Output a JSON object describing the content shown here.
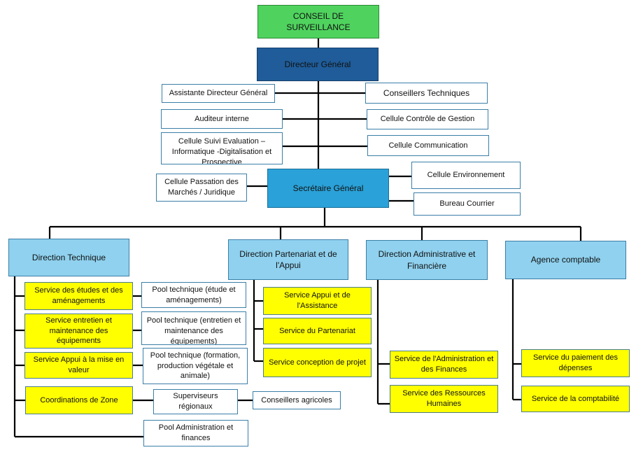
{
  "colors": {
    "green": "#4fd35e",
    "dark_blue": "#1f5c99",
    "sg_blue": "#2aa1d8",
    "light_blue": "#8fd1ee",
    "yellow": "#ffff00",
    "white": "#ffffff",
    "connector": "#000000"
  },
  "top": {
    "conseil": "CONSEIL DE SURVEILLANCE",
    "dg": "Directeur Général"
  },
  "dg_staff": {
    "assistante": "Assistante Directeur Général",
    "conseillers": "Conseillers Techniques",
    "auditeur": "Auditeur interne",
    "controle": "Cellule Contrôle de Gestion",
    "suivi": "Cellule Suivi Evaluation – Informatique -Digitalisation et Prospective",
    "communication": "Cellule Communication"
  },
  "sg": {
    "title": "Secrétaire Général",
    "passation": "Cellule Passation des Marchés / Juridique",
    "environnement": "Cellule Environnement",
    "courrier": "Bureau Courrier"
  },
  "directions": {
    "technique": "Direction Technique",
    "partenariat": "Direction Partenariat et de l'Appui",
    "administrative": "Direction Administrative et Financière",
    "agence": "Agence comptable"
  },
  "dt_services": {
    "etudes": "Service des études et des aménagements",
    "entretien": "Service entretien et maintenance des équipements",
    "appui_valeur": "Service Appui à la mise en valeur",
    "coordinations": "Coordinations de Zone"
  },
  "dt_pools": {
    "pool_etude": "Pool technique (étude et aménagements)",
    "pool_entretien": "Pool technique (entretien et maintenance des équipements)",
    "pool_formation": "Pool technique (formation, production végétale et animale)",
    "superviseurs": "Superviseurs régionaux",
    "conseillers_agricoles": "Conseillers agricoles",
    "pool_admin": "Pool Administration et finances"
  },
  "dpa_services": {
    "appui": "Service Appui et de l'Assistance",
    "partenariat": "Service du Partenariat",
    "conception": "Service conception de projet"
  },
  "daf_services": {
    "administration": "Service de l'Administration et des Finances",
    "rh": "Service des Ressources Humaines"
  },
  "ac_services": {
    "paiement": "Service du paiement des dépenses",
    "comptabilite": "Service de la comptabilité"
  }
}
